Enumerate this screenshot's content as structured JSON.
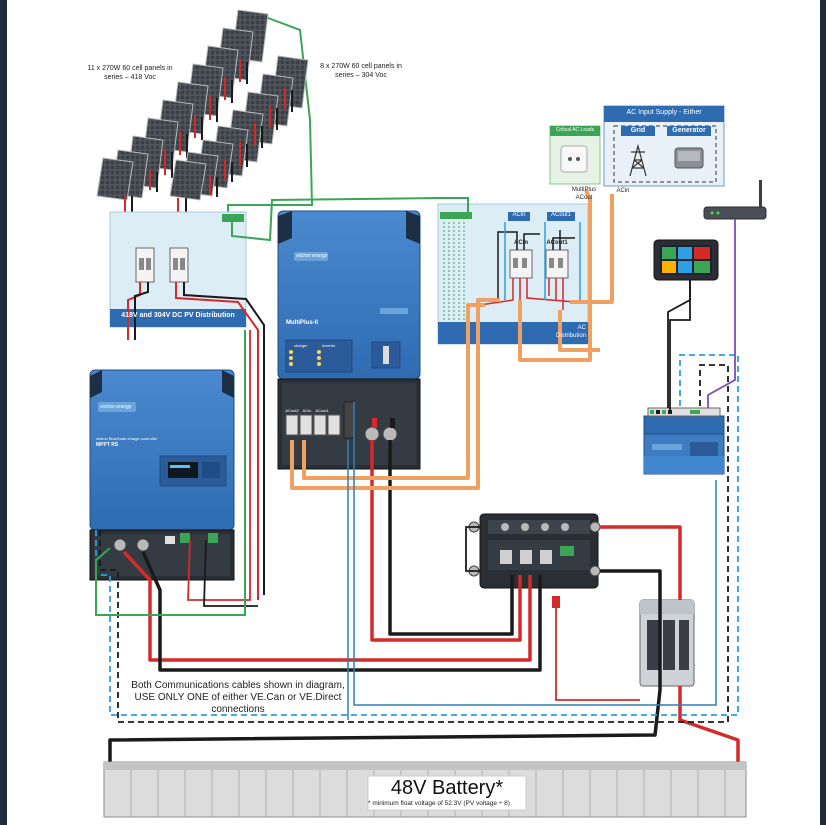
{
  "pv_array_a": {
    "label_line1": "11 x 270W 60 cell panels  in",
    "label_line2": "series – 418 Voc"
  },
  "pv_array_b": {
    "label_line1": "8 x 270W 60 cell panels in",
    "label_line2": "series – 304 Voc"
  },
  "pv_distribution": {
    "label": "418V and 304V DC PV Distribution"
  },
  "critical_loads": {
    "label": "Critical AC Loads"
  },
  "ac_input": {
    "title": "AC Input Supply - Either",
    "grid_label": "Grid",
    "generator_label": "Generator"
  },
  "multiplus_label": {
    "line1": "MultiPlus",
    "line2": "ACout"
  },
  "acin_label": "ACin",
  "ac_distribution": {
    "label_line1": "AC",
    "label_line2": "Distribution",
    "tag_acin": "ACin",
    "tag_acout": "ACout1",
    "breaker_acin": "ACin",
    "breaker_acout": "ACout1"
  },
  "multiplus": {
    "brand": "victron energy",
    "model": "MultiPlus-II",
    "charger": "charger",
    "inverter": "inverter",
    "port_acout2": "ACout2",
    "port_acin": "ACin",
    "port_acout1": "ACout1"
  },
  "mppt": {
    "brand": "victron energy",
    "subtitle": "victron BlueSolar charge controller",
    "model": "MPPT RS"
  },
  "note": {
    "line1": "Both Communications cables shown in diagram,",
    "line2": "USE ONLY ONE of either VE.Can or VE.Direct",
    "line3": "connections"
  },
  "battery": {
    "label": "48V Battery*",
    "footnote": "* minimum float voltage of 52.3V (PV voltage ÷ 8)"
  },
  "colors": {
    "positive": "#d42a2a",
    "negative": "#1a1a1a",
    "ac": "#f0a060",
    "ve_can": "#2e9fe0",
    "comm": "#2d7fc0",
    "pv_green": "#3aa655",
    "victron_blue": "#3d7cc0"
  }
}
